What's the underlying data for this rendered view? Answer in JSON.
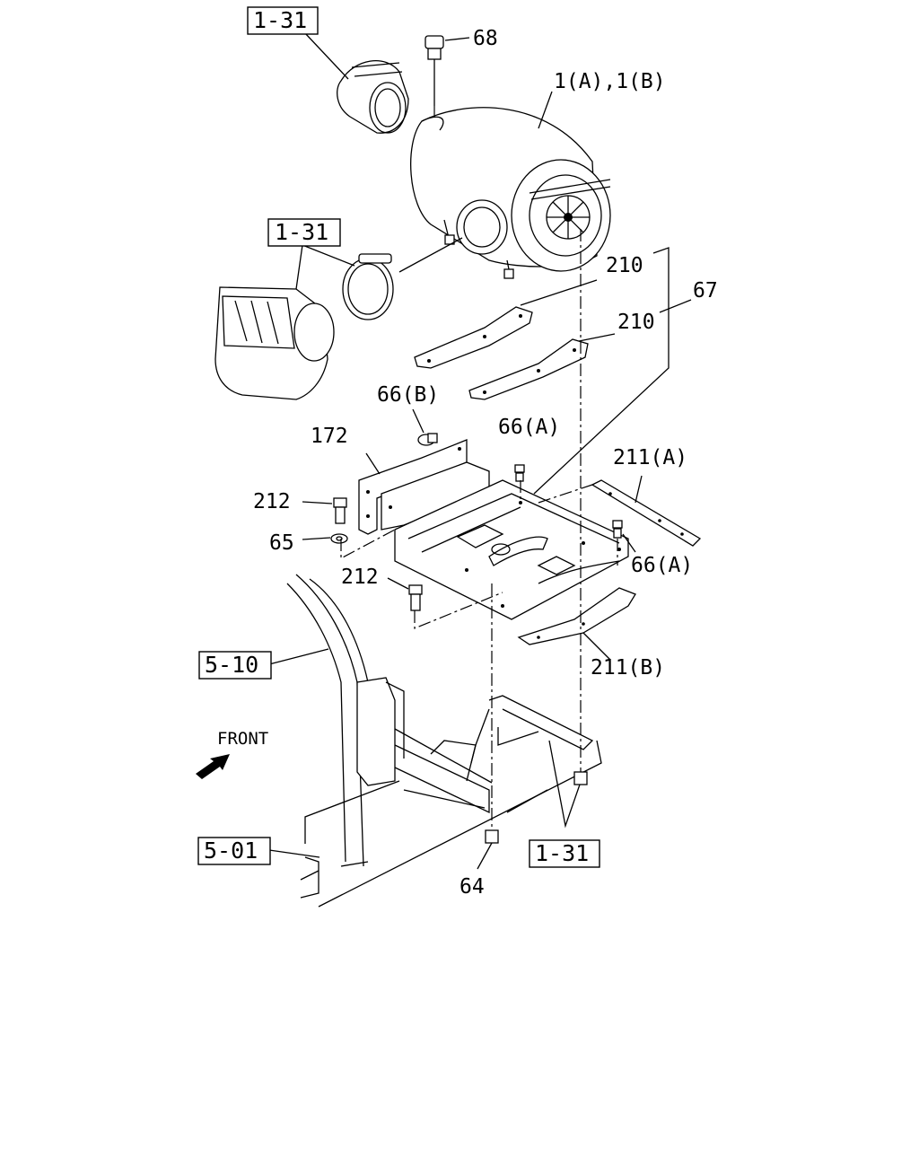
{
  "diagram": {
    "ref_boxes": [
      {
        "id": "ref-1-31-top",
        "text": "1-31"
      },
      {
        "id": "ref-1-31-mid",
        "text": "1-31"
      },
      {
        "id": "ref-5-10",
        "text": "5-10"
      },
      {
        "id": "ref-5-01",
        "text": "5-01"
      },
      {
        "id": "ref-1-31-bottom",
        "text": "1-31"
      }
    ],
    "part_labels": [
      {
        "id": "part-68",
        "text": "68"
      },
      {
        "id": "part-1",
        "text": "1(A),1(B)"
      },
      {
        "id": "part-210-a",
        "text": "210"
      },
      {
        "id": "part-67",
        "text": "67"
      },
      {
        "id": "part-210-b",
        "text": "210"
      },
      {
        "id": "part-66b",
        "text": "66(B)"
      },
      {
        "id": "part-172",
        "text": "172"
      },
      {
        "id": "part-66a-top",
        "text": "66(A)"
      },
      {
        "id": "part-211a",
        "text": "211(A)"
      },
      {
        "id": "part-212-a",
        "text": "212"
      },
      {
        "id": "part-65",
        "text": "65"
      },
      {
        "id": "part-66a-right",
        "text": "66(A)"
      },
      {
        "id": "part-212-b",
        "text": "212"
      },
      {
        "id": "part-211b",
        "text": "211(B)"
      },
      {
        "id": "part-64",
        "text": "64"
      }
    ],
    "front_label": "FRONT"
  }
}
